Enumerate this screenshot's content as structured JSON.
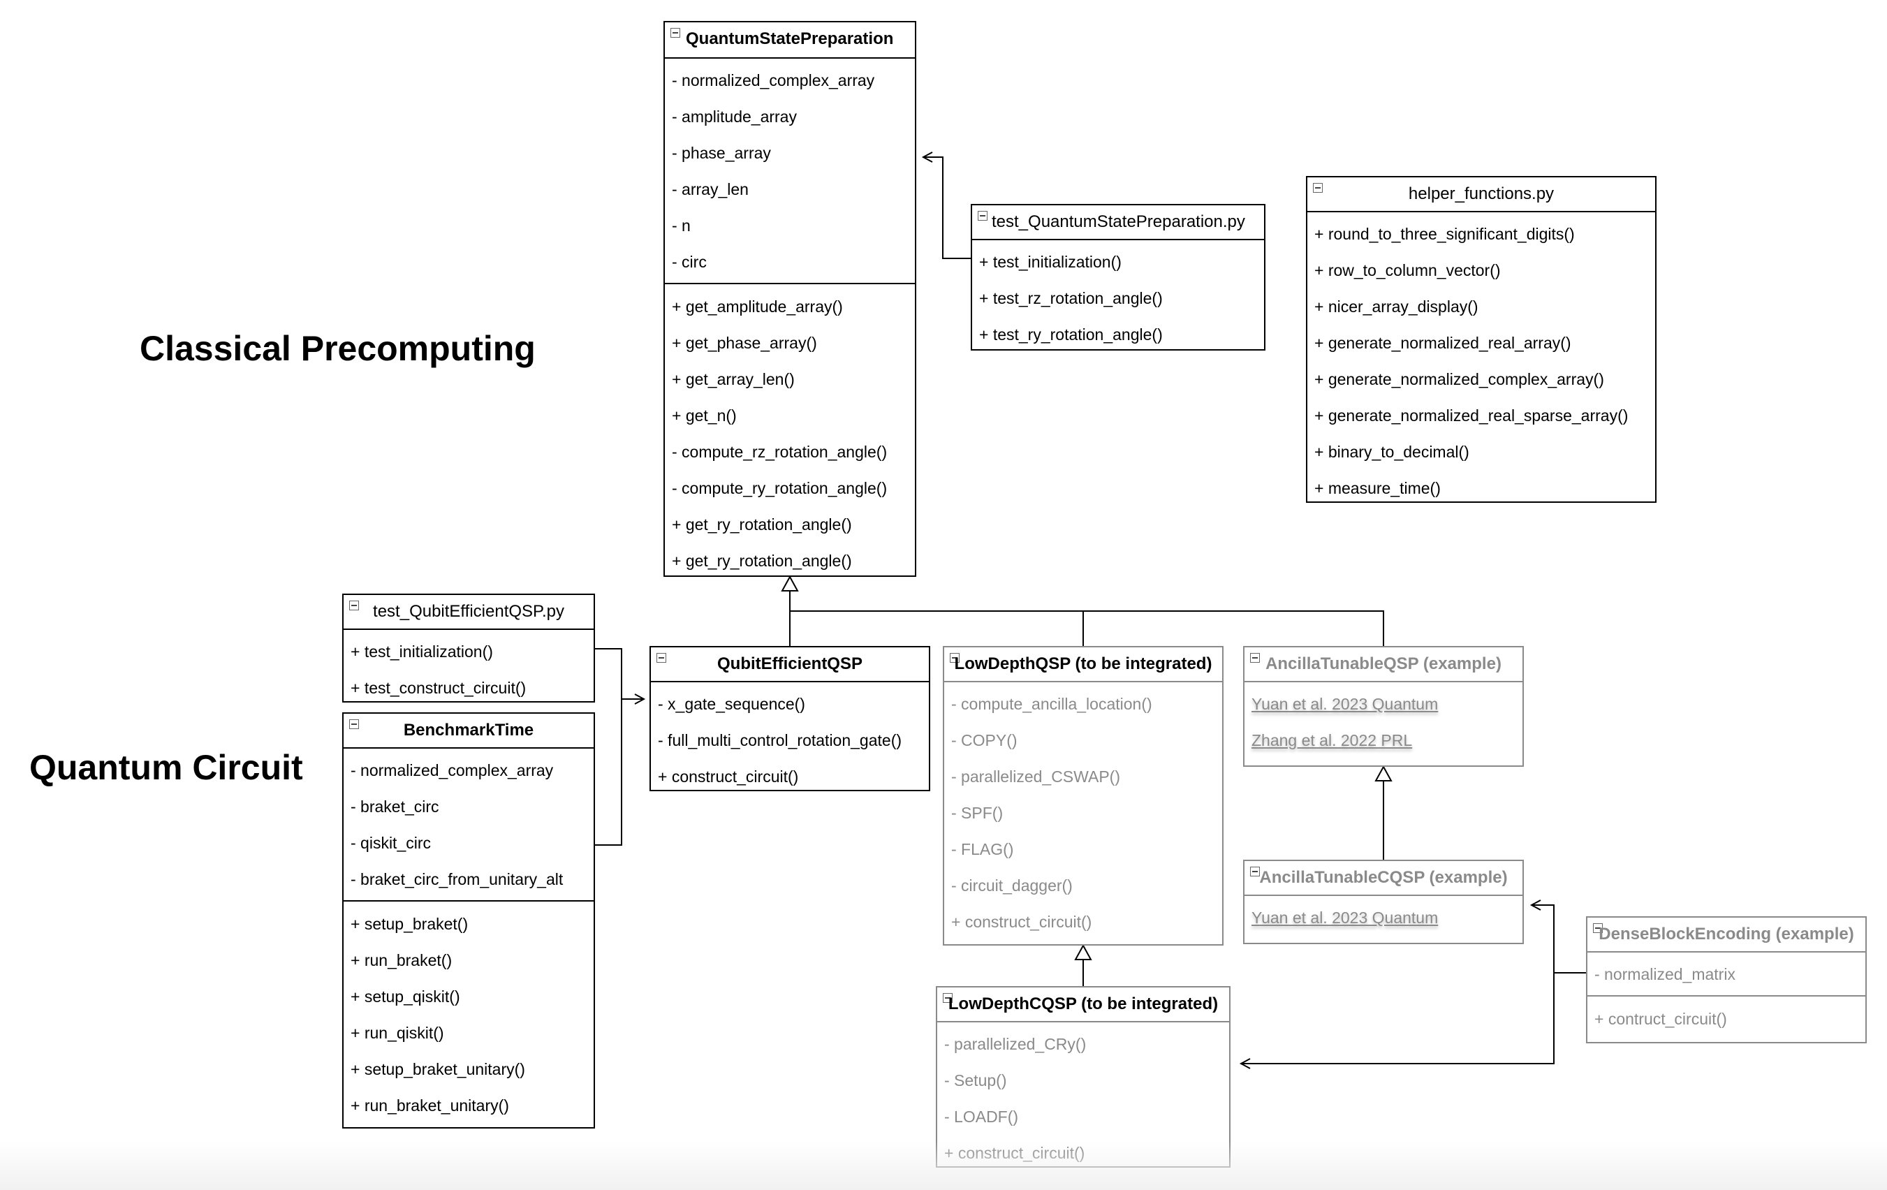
{
  "headings": {
    "classical": "Classical Precomputing",
    "quantum": "Quantum Circuit"
  },
  "colors": {
    "line": "#000000",
    "dimmed": "#8a8a8a",
    "background": "#ffffff"
  },
  "classes": {
    "qsp": {
      "title": "QuantumStatePreparation",
      "attributes": [
        "- normalized_complex_array",
        "- amplitude_array",
        "- phase_array",
        "- array_len",
        "- n",
        "- circ"
      ],
      "methods": [
        "+ get_amplitude_array()",
        "+ get_phase_array()",
        "+ get_array_len()",
        "+ get_n()",
        "- compute_rz_rotation_angle()",
        "- compute_ry_rotation_angle()",
        "+ get_ry_rotation_angle()",
        "+ get_ry_rotation_angle()"
      ]
    },
    "test_qsp": {
      "title": "test_QuantumStatePreparation.py",
      "methods": [
        "+ test_initialization()",
        "+ test_rz_rotation_angle()",
        "+ test_ry_rotation_angle()"
      ]
    },
    "helper": {
      "title": "helper_functions.py",
      "methods": [
        "+ round_to_three_significant_digits()",
        "+ row_to_column_vector()",
        "+ nicer_array_display()",
        "+ generate_normalized_real_array()",
        "+ generate_normalized_complex_array()",
        "+ generate_normalized_real_sparse_array()",
        "+ binary_to_decimal()",
        "+ measure_time()"
      ]
    },
    "test_qeqsp": {
      "title": "test_QubitEfficientQSP.py",
      "methods": [
        "+ test_initialization()",
        "+ test_construct_circuit()"
      ]
    },
    "benchmark": {
      "title": "BenchmarkTime",
      "attributes": [
        "- normalized_complex_array",
        "- braket_circ",
        "- qiskit_circ",
        "- braket_circ_from_unitary_alt"
      ],
      "methods": [
        "+ setup_braket()",
        "+ run_braket()",
        "+ setup_qiskit()",
        "+ run_qiskit()",
        "+ setup_braket_unitary()",
        "+ run_braket_unitary()"
      ]
    },
    "qeqsp": {
      "title": "QubitEfficientQSP",
      "methods": [
        "- x_gate_sequence()",
        "- full_multi_control_rotation_gate()",
        "+ construct_circuit()"
      ]
    },
    "lowdepth": {
      "title": "LowDepthQSP (to be integrated)",
      "methods": [
        "- compute_ancilla_location()",
        "- COPY()",
        "- parallelized_CSWAP()",
        "- SPF()",
        "- FLAG()",
        "- circuit_dagger()",
        "+ construct_circuit()"
      ]
    },
    "ancilla_qsp": {
      "title": "AncillaTunableQSP (example)",
      "refs": [
        "Yuan et al. 2023 Quantum",
        "Zhang et al. 2022 PRL"
      ]
    },
    "ancilla_cqsp": {
      "title": "AncillaTunableCQSP (example)",
      "refs": [
        "Yuan et al. 2023 Quantum"
      ]
    },
    "dense": {
      "title": "DenseBlockEncoding (example)",
      "attributes": [
        "- normalized_matrix"
      ],
      "methods": [
        "+ contruct_circuit()"
      ]
    },
    "lowdepth_c": {
      "title": "LowDepthCQSP (to be integrated)",
      "methods": [
        "- parallelized_CRy()",
        "- Setup()",
        "- LOADF()",
        "+ construct_circuit()"
      ]
    }
  }
}
